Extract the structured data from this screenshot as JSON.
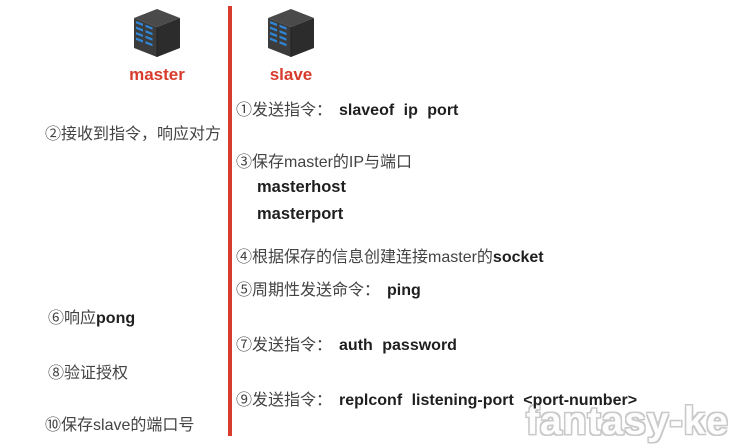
{
  "colors": {
    "accent_red": "#d73c2d",
    "text": "#434343",
    "bold_text": "#1f1f1f",
    "led_blue": "#2f86d6",
    "watermark_gray": "#c9c9c9"
  },
  "nodes": {
    "master": {
      "label": "master",
      "icon": "server-stack-icon"
    },
    "slave": {
      "label": "slave",
      "icon": "server-stack-icon"
    }
  },
  "master_steps": [
    {
      "num": "②",
      "text": "接收到指令，响应对方",
      "cmd": ""
    },
    {
      "num": "⑥",
      "text": "响应",
      "cmd": "pong"
    },
    {
      "num": "⑧",
      "text": "验证授权",
      "cmd": ""
    },
    {
      "num": "⑩",
      "text": "保存slave的端口号",
      "cmd": ""
    }
  ],
  "slave_steps": [
    {
      "num": "①",
      "text": "发送指令：",
      "cmd": "slaveof ip port"
    },
    {
      "num": "③",
      "text": "保存master的IP与端口",
      "cmd": "",
      "sub1": "masterhost",
      "sub2": "masterport"
    },
    {
      "num": "④",
      "text": "根据保存的信息创建连接master的",
      "cmd": "socket"
    },
    {
      "num": "⑤",
      "text": "周期性发送命令：",
      "cmd": "ping"
    },
    {
      "num": "⑦",
      "text": "发送指令：",
      "cmd": "auth password"
    },
    {
      "num": "⑨",
      "text": "发送指令：",
      "cmd": "replconf listening-port <port-number>"
    }
  ],
  "watermark": "fantasy-ke"
}
